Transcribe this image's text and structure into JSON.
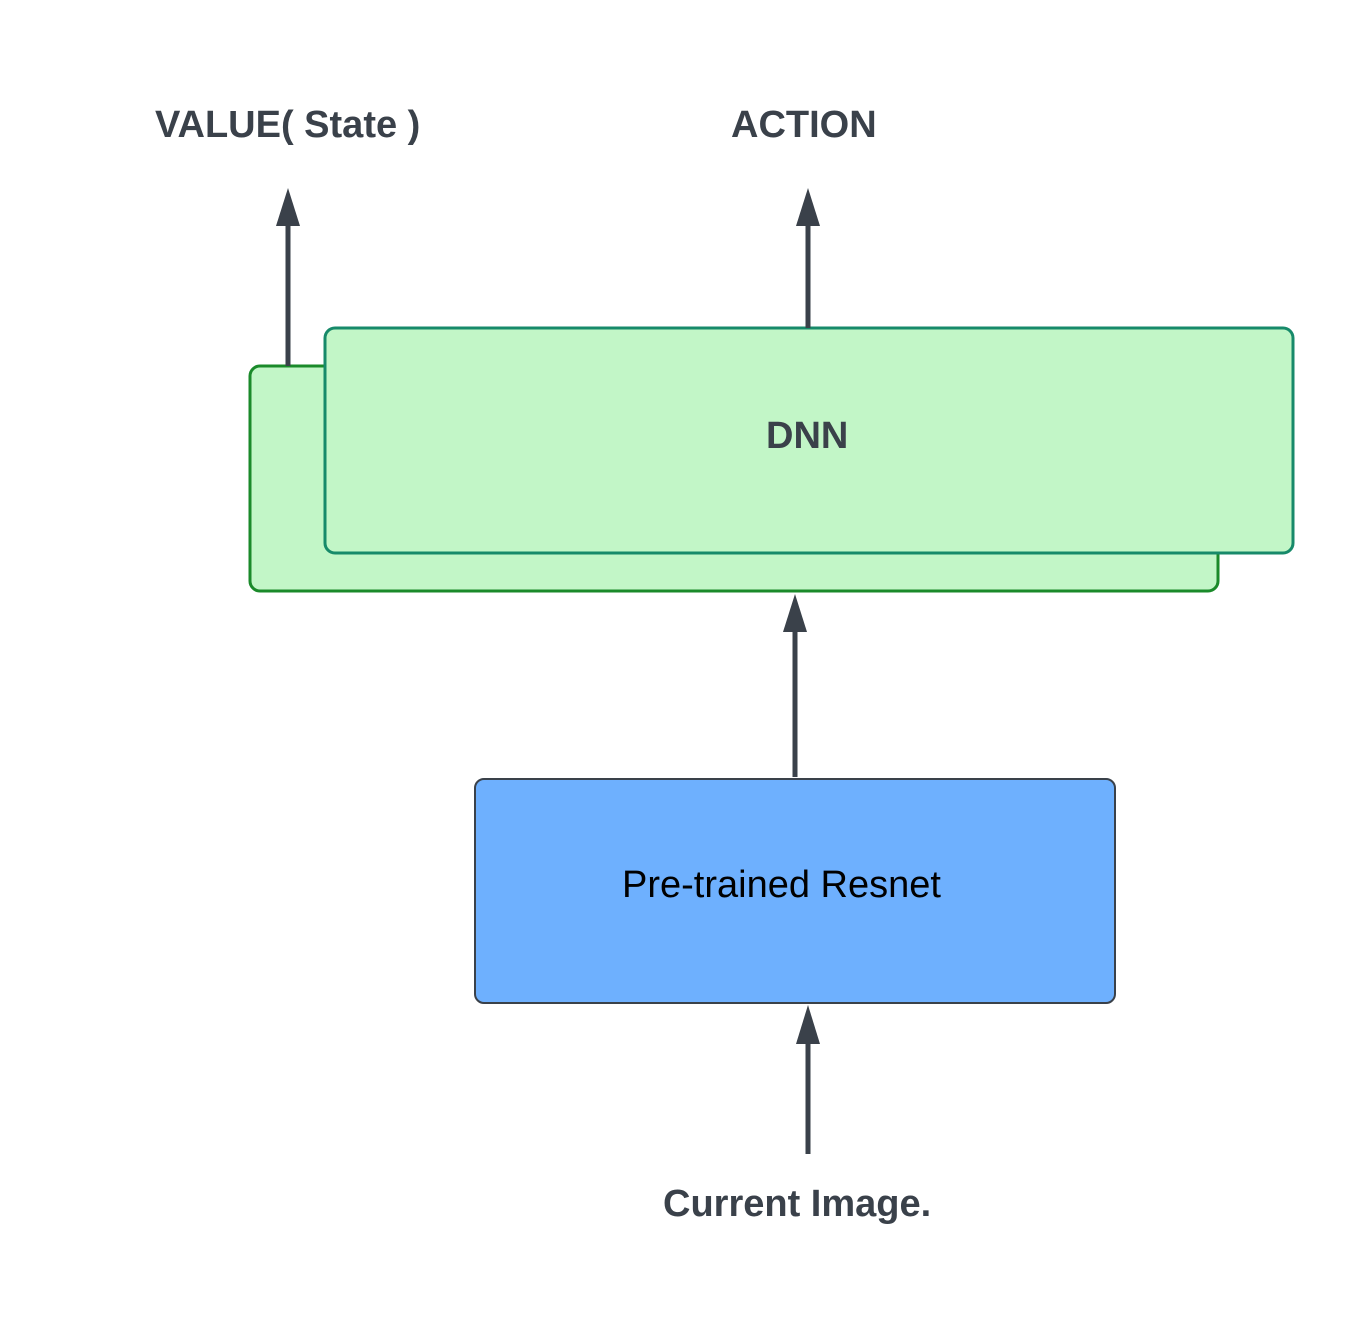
{
  "diagram": {
    "outputs": {
      "value_label": "VALUE( State )",
      "action_label": "ACTION"
    },
    "dnn": {
      "label": "DNN"
    },
    "resnet": {
      "label": "Pre-trained Resnet"
    },
    "input": {
      "label": "Current Image."
    }
  },
  "colors": {
    "dnn_fill": "#c2f6c7",
    "dnn_back_stroke": "#1a8a2a",
    "dnn_front_stroke": "#178a6a",
    "resnet_fill": "#6eb0fe",
    "resnet_stroke": "#3a414a",
    "arrow": "#3a414a",
    "text": "#3a414a"
  }
}
